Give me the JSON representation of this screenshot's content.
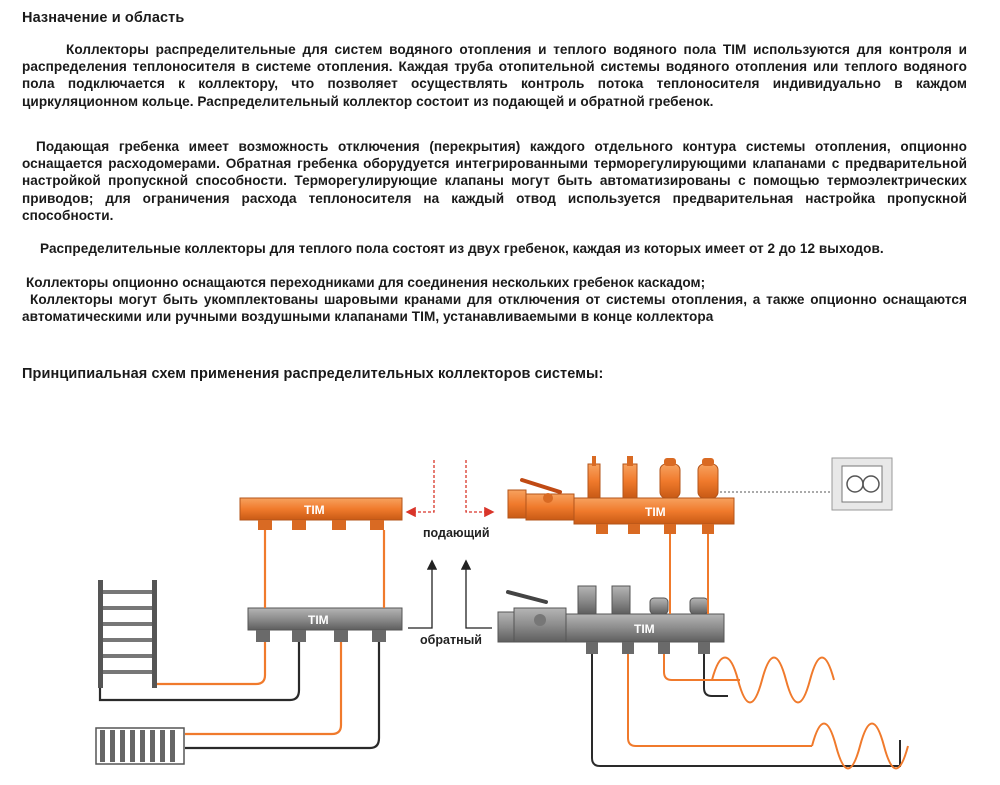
{
  "section_title": "Назначение и область",
  "paragraphs": {
    "p1": "Коллекторы распределительные для систем водяного отопления и теплого водяного пола TIM используются для контроля и распределения теплоносителя в системе отопления. Каждая труба отопительной системы водяного отопления или теплого водяного пола подключается к коллектору, что позволяет осуществлять контроль потока теплоносителя индивидуально в каждом циркуляционном кольце. Распределительный коллектор состоит из подающей и обратной гребенок.",
    "p2": "Подающая гребенка имеет возможность отключения (перекрытия) каждого отдельного контура системы отопления, опционно оснащается расходомерами. Обратная гребенка оборудуется интегрированными терморегулирующими клапанами с предварительной настройкой пропускной способности. Терморегулирующие клапаны могут быть автоматизированы с помощью термоэлектрических приводов; для ограничения расхода теплоносителя на каждый отвод используется предварительная настройка пропускной способности.",
    "p3": "Распределительные коллекторы для теплого пола состоят из двух гребенок, каждая из которых имеет от 2 до 12 выходов.",
    "p4": "Коллекторы опционно оснащаются переходниками для соединения нескольких гребенок каскадом;",
    "p5": "Коллекторы могут быть укомплектованы шаровыми кранами для отключения от системы отопления, а также опционно оснащаются автоматическими или ручными воздушными клапанами TIM, устанавливаемыми в конце коллектора"
  },
  "diagram_title": "Принципиальная схем применения распределительных коллекторов системы:",
  "diagram": {
    "brand": "TIM",
    "supply_label": "подающий",
    "return_label": "обратный",
    "colors": {
      "orange": "#f07a2c",
      "gray": "#8c8c8c",
      "dark": "#3a3a3a",
      "red_arrow": "#d9352a"
    }
  }
}
